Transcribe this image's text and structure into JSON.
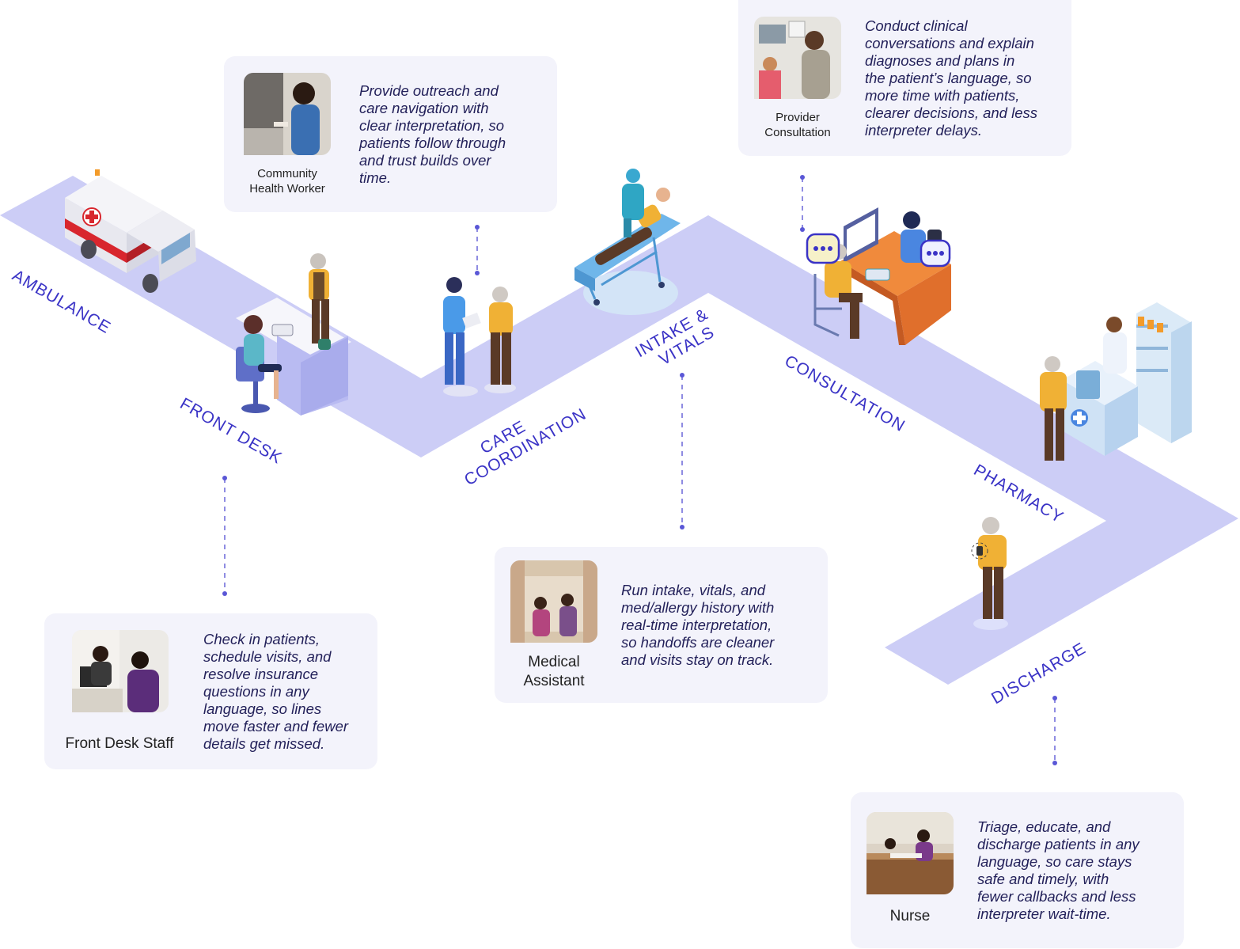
{
  "path_color": "#cccdf6",
  "label_color": "#3a33c6",
  "dot_color": "#5a57d6",
  "stages": [
    {
      "id": "ambulance",
      "label": "AMBULANCE"
    },
    {
      "id": "front-desk",
      "label": "FRONT DESK"
    },
    {
      "id": "care-coordination",
      "label_line1": "CARE",
      "label_line2": "COORDINATION"
    },
    {
      "id": "intake-vitals",
      "label_line1": "INTAKE &",
      "label_line2": "VITALS"
    },
    {
      "id": "consultation",
      "label": "CONSULTATION"
    },
    {
      "id": "pharmacy",
      "label": "PHARMACY"
    },
    {
      "id": "discharge",
      "label": "DISCHARGE"
    }
  ],
  "cards": {
    "community_health_worker": {
      "role_line1": "Community",
      "role_line2": "Health Worker",
      "desc": [
        "Provide outreach and",
        "care navigation with",
        "clear interpretation, so",
        "patients follow through",
        "and trust builds over",
        "time."
      ]
    },
    "provider_consultation": {
      "role_line1": "Provider",
      "role_line2": "Consultation",
      "desc": [
        "Conduct clinical",
        "conversations and explain",
        "diagnoses and plans in",
        "the patient’s language, so",
        "more time with patients,",
        "clearer decisions, and less",
        "interpreter delays."
      ]
    },
    "medical_assistant": {
      "role_line1": "Medical",
      "role_line2": "Assistant",
      "desc": [
        "Run intake, vitals, and",
        "med/allergy history with",
        "real-time interpretation,",
        "so handoffs are cleaner",
        "and visits stay on track."
      ]
    },
    "front_desk_staff": {
      "role": "Front Desk Staff",
      "desc": [
        "Check in patients,",
        "schedule visits, and",
        "resolve insurance",
        "questions in any",
        "language, so lines",
        "move faster and fewer",
        "details get missed."
      ]
    },
    "nurse": {
      "role": "Nurse",
      "desc": [
        "Triage, educate, and",
        "discharge patients in any",
        "language, so care stays",
        "safe and timely, with",
        "fewer callbacks and less",
        "interpreter wait-time."
      ]
    }
  }
}
